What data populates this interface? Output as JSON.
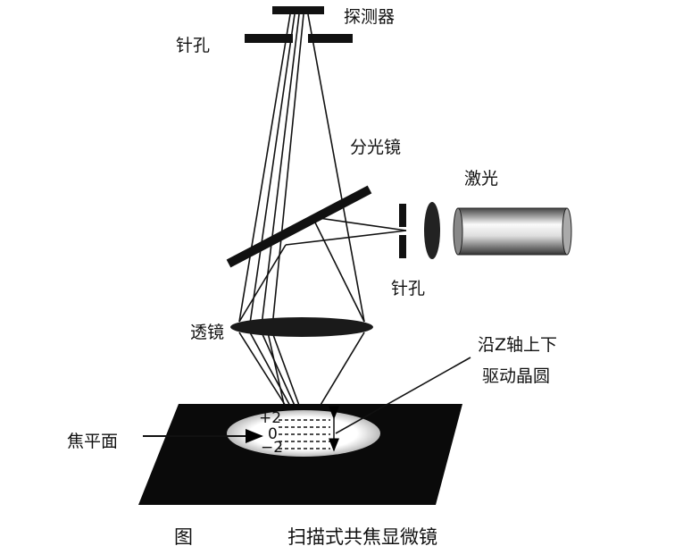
{
  "labels": {
    "detector": "探测器",
    "pinhole_top": "针孔",
    "beamsplitter": "分光镜",
    "laser": "激光",
    "pinhole_right": "针孔",
    "lens": "透镜",
    "z_drive_line1": "沿Z轴上下",
    "z_drive_line2": "驱动晶圆",
    "focal_plane": "焦平面",
    "plus2": "+2",
    "zero": "0",
    "minus2": "−2"
  },
  "caption": {
    "fig": "图",
    "title": "扫描式共焦显微镜"
  }
}
